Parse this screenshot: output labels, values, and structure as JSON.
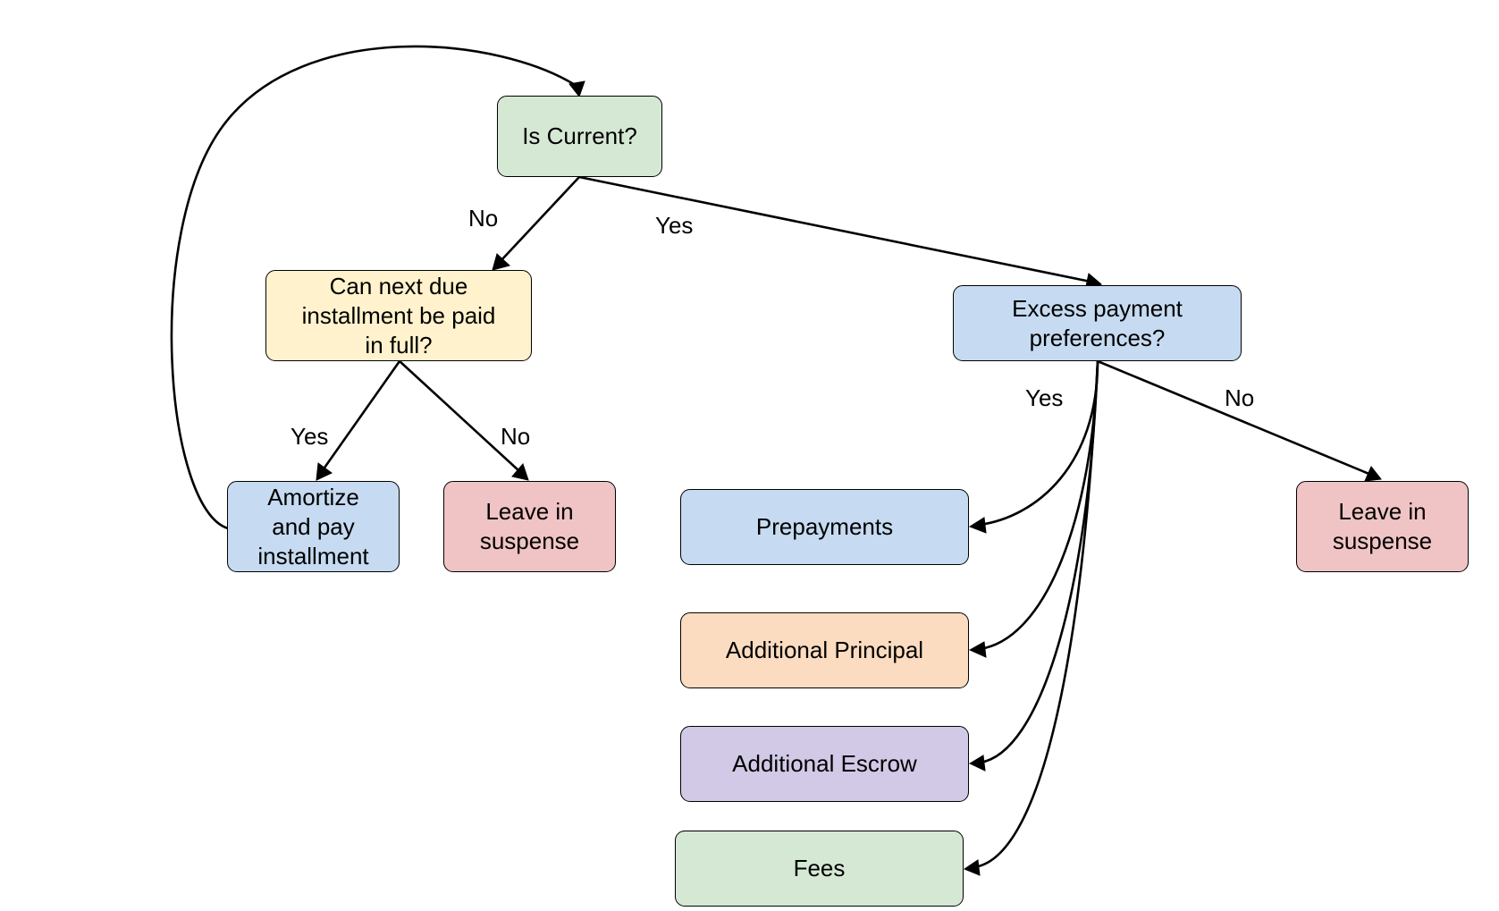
{
  "colors": {
    "green": "#d5e8d4",
    "yellow": "#fff2cc",
    "blue": "#c6dbf1",
    "red": "#f0c4c5",
    "orange": "#fbdcc0",
    "purple": "#d2c9e6",
    "stroke": "#000000"
  },
  "nodes": {
    "is_current": {
      "label": "Is Current?",
      "color": "green"
    },
    "can_next_due": {
      "label": "Can next due\ninstallment be paid\nin full?",
      "color": "yellow"
    },
    "amortize": {
      "label": "Amortize\nand pay\ninstallment",
      "color": "blue"
    },
    "leave_suspense_left": {
      "label": "Leave in\nsuspense",
      "color": "red"
    },
    "excess_payment": {
      "label": "Excess payment\npreferences?",
      "color": "blue"
    },
    "prepayments": {
      "label": "Prepayments",
      "color": "blue"
    },
    "additional_principal": {
      "label": "Additional Principal",
      "color": "orange"
    },
    "additional_escrow": {
      "label": "Additional Escrow",
      "color": "purple"
    },
    "fees": {
      "label": "Fees",
      "color": "green"
    },
    "leave_suspense_right": {
      "label": "Leave in\nsuspense",
      "color": "red"
    }
  },
  "edge_labels": {
    "is_current_no": "No",
    "is_current_yes": "Yes",
    "can_next_due_yes": "Yes",
    "can_next_due_no": "No",
    "excess_yes": "Yes",
    "excess_no": "No"
  }
}
